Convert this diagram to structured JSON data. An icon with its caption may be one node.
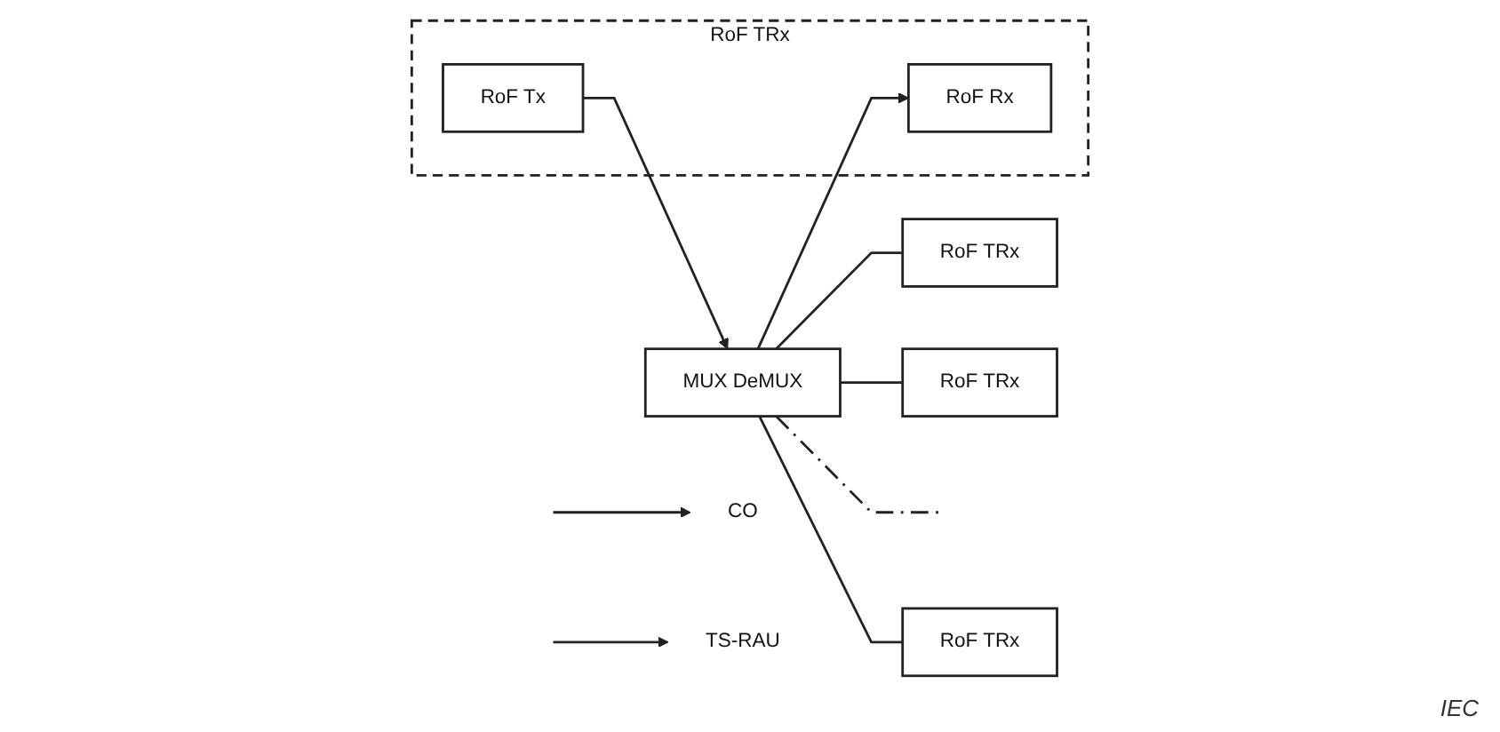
{
  "diagram": {
    "nodes": [
      {
        "text": [
          "CO"
        ]
      },
      {
        "text": [
          "TS-RAU"
        ]
      },
      {
        "text": [
          "RoF TRx"
        ]
      },
      {
        "text": [
          "RoF Tx"
        ],
        "in": 2
      },
      {
        "text": [
          "RoF Rx"
        ],
        "in": 2
      },
      {
        "text": [
          "MUX DeMUX"
        ]
      },
      {
        "text": [
          "RoF TRx"
        ]
      },
      {
        "text": [
          "RoF TRx"
        ]
      },
      {
        "text": [
          "RoF TRx"
        ]
      }
    ],
    "edges": [
      {
        "from": null,
        "to": 0,
        "arrow": "to"
      },
      {
        "from": null,
        "to": 1,
        "arrow": "to"
      },
      {
        "from": 3,
        "to": 5,
        "arrow": "to"
      },
      {
        "from": 5,
        "to": 4,
        "arrow": "to"
      },
      {
        "from": 5,
        "to": 6,
        "arrow": "none"
      },
      {
        "from": 5,
        "to": 7,
        "arrow": "none"
      },
      {
        "from": 5,
        "to": null,
        "arrow": "none",
        "style": "dashed"
      },
      {
        "from": 5,
        "to": 8,
        "arrow": "none"
      }
    ],
    "labels": [
      "IEC"
    ]
  }
}
